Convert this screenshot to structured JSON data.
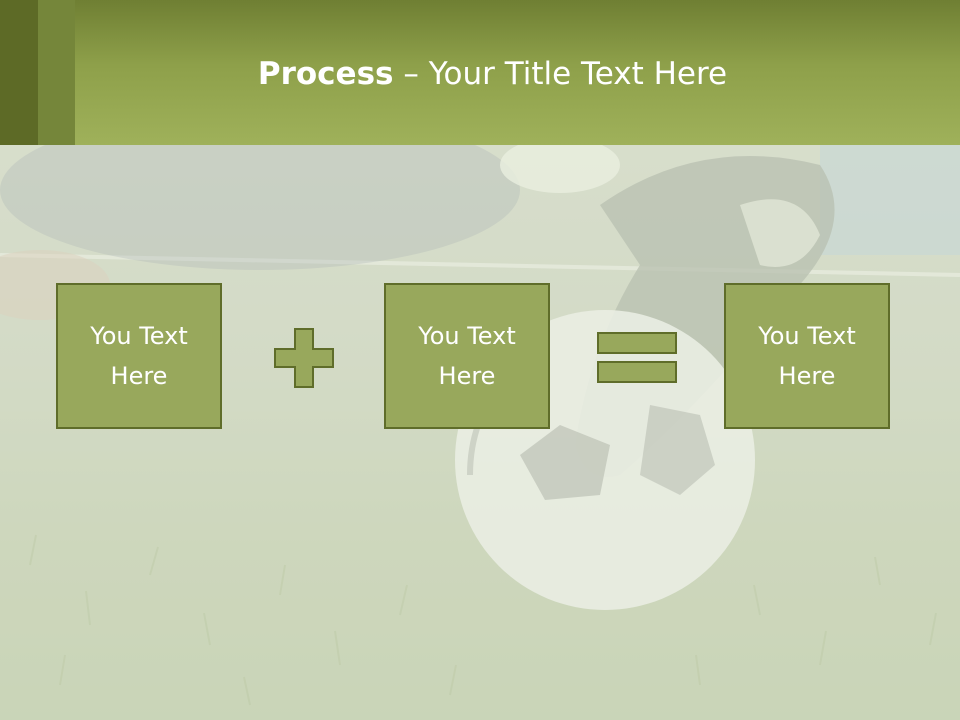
{
  "slide": {
    "title_bold": "Process",
    "title_rest": " – Your Title Text Here",
    "boxes": [
      {
        "label": "You Text Here"
      },
      {
        "label": "You Text Here"
      },
      {
        "label": "You Text Here"
      }
    ],
    "operators": [
      "plus-icon",
      "equals-icon"
    ],
    "colors": {
      "header": "#9fb15a",
      "header_dark": "#5d6a26",
      "box_fill": "#98a85c",
      "box_border": "#5f6d2a",
      "text": "#ffffff"
    },
    "background_image": "soccer-ball-on-grass"
  }
}
